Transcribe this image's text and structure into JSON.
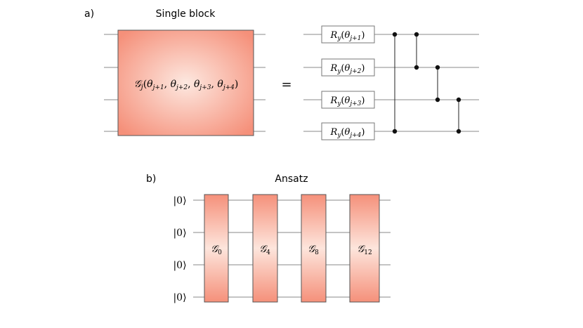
{
  "panel_a": {
    "label": "a)",
    "title": "Single block",
    "block": {
      "symbol": "𝒢",
      "sub": "j",
      "args": [
        "θ",
        "j+1",
        "θ",
        "j+2",
        "θ",
        "j+3",
        "θ",
        "j+4"
      ]
    },
    "equals": "=",
    "gates": [
      {
        "op": "R",
        "op_sub": "y",
        "theta": "θ",
        "idx": "j+1"
      },
      {
        "op": "R",
        "op_sub": "y",
        "theta": "θ",
        "idx": "j+2"
      },
      {
        "op": "R",
        "op_sub": "y",
        "theta": "θ",
        "idx": "j+3"
      },
      {
        "op": "R",
        "op_sub": "y",
        "theta": "θ",
        "idx": "j+4"
      }
    ]
  },
  "panel_b": {
    "label": "b)",
    "title": "Ansatz",
    "inputs": [
      "|0⟩",
      "|0⟩",
      "|0⟩",
      "|0⟩"
    ],
    "blocks": [
      {
        "symbol": "𝒢",
        "sub": "0"
      },
      {
        "symbol": "𝒢",
        "sub": "4"
      },
      {
        "symbol": "𝒢",
        "sub": "8"
      },
      {
        "symbol": "𝒢",
        "sub": "12"
      }
    ]
  },
  "colors": {
    "block_center": "#fde3da",
    "block_edge": "#f5907a",
    "wire": "#8a8a8a"
  }
}
